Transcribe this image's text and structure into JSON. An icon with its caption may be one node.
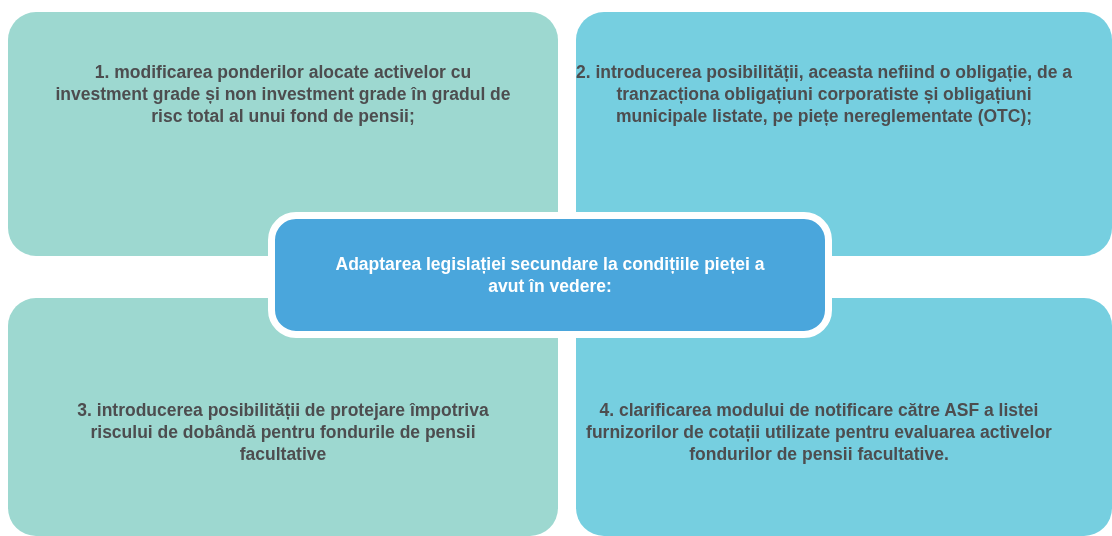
{
  "diagram": {
    "nodes": [
      {
        "text": [
          "1. modificarea ponderilor alocate activelor cu investment grade și non investment grade în gradul de risc total al unui fond de pensii;"
        ]
      },
      {
        "text": [
          "2. introducerea posibilității, aceasta nefiind o obligație, de a tranzacționa obligațiuni corporatiste și obligațiuni municipale listate, pe piețe nereglementate (OTC);"
        ]
      },
      {
        "text": [
          "Adaptarea legislației secundare la condițiile pieței a avut în vedere:"
        ]
      },
      {
        "text": [
          "3. introducerea posibilității de protejare împotriva riscului de dobândă pentru fondurile de pensii facultative"
        ]
      },
      {
        "text": [
          "4. clarificarea modului de notificare către ASF a listei furnizorilor de cotații utilizate pentru evaluarea activelor fondurilor de pensii facultative."
        ]
      }
    ]
  }
}
